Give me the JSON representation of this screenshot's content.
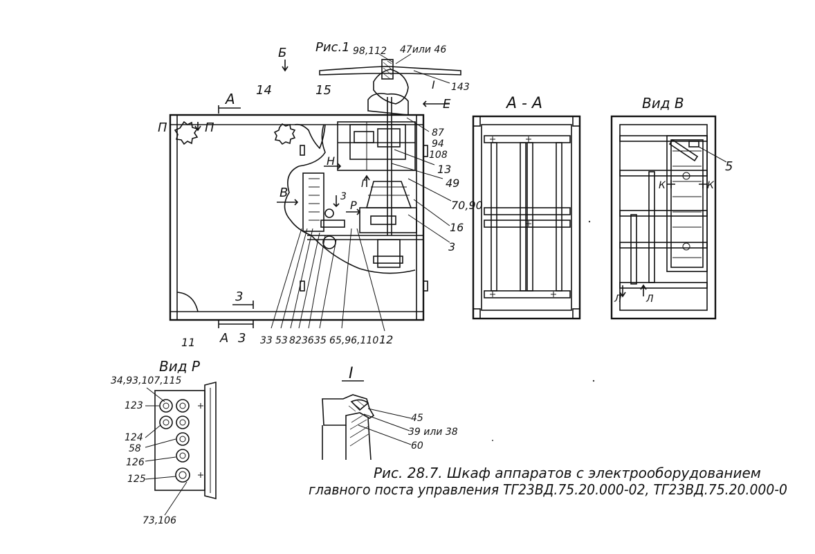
{
  "figure": {
    "title": "Рис.1",
    "caption_line1": "Рис. 28.7.  Шкаф  аппаратов  с  электрооборудованием",
    "caption_line2": "главного  поста  управления  ТГ23ВД.75.20.000-02, ТГ23ВД.75.20.000-0",
    "section_aa": "А - А",
    "view_v": "Вид В",
    "view_r": "Вид Р",
    "detail_i": "I"
  },
  "section_marks": {
    "b": "Б",
    "a_top": "А",
    "a_bottom": "А",
    "z_mid": "3",
    "z_bottom": "3",
    "p1": "П",
    "p2": "П",
    "n": "Н",
    "v": "В",
    "g": "Г",
    "r": "Р",
    "z_inner": "3",
    "e": "Е",
    "i_mark": "I",
    "k1": "К",
    "k2": "К",
    "l1": "Л",
    "l2": "Л"
  },
  "callouts": {
    "c98": "98,112",
    "c47": "47или 46",
    "c143": "143",
    "c14": "14",
    "c15": "15",
    "c87": "87",
    "c94": "94",
    "c108": "108",
    "c13": "13",
    "c49": "49",
    "c70": "70,90",
    "c16": "16",
    "c3": "3",
    "c12": "12",
    "c11": "11",
    "c33": "33",
    "c53": "53",
    "c82": "82",
    "c36": "36",
    "c35": "35",
    "c65": "65,96,110",
    "c5": "5",
    "c34": "34,93,107,115",
    "c123": "123",
    "c124": "124",
    "c58": "58",
    "c126": "126",
    "c125": "125",
    "c73": "73,106",
    "c45": "45",
    "c39": "39 или 38",
    "c60": "60"
  }
}
